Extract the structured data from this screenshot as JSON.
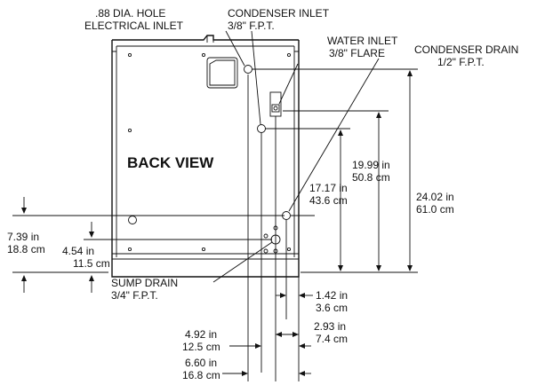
{
  "view_label": "BACK VIEW",
  "callouts": {
    "electrical_inlet": {
      "line1": ".88 DIA. HOLE",
      "line2": "ELECTRICAL INLET"
    },
    "condenser_inlet": {
      "line1": "CONDENSER INLET",
      "line2": "3/8\" F.P.T."
    },
    "water_inlet": {
      "line1": "WATER INLET",
      "line2": "3/8\" FLARE"
    },
    "condenser_drain": {
      "line1": "CONDENSER DRAIN",
      "line2": "1/2\" F.P.T."
    },
    "sump_drain": {
      "line1": "SUMP DRAIN",
      "line2": "3/4\" F.P.T."
    }
  },
  "dimensions": {
    "d_19_99": {
      "imperial": "19.99 in",
      "metric": "50.8 cm"
    },
    "d_24_02": {
      "imperial": "24.02 in",
      "metric": "61.0 cm"
    },
    "d_17_17": {
      "imperial": "17.17 in",
      "metric": "43.6 cm"
    },
    "d_7_39": {
      "imperial": "7.39 in",
      "metric": "18.8 cm"
    },
    "d_4_54": {
      "imperial": "4.54 in",
      "metric": "11.5 cm"
    },
    "d_1_42": {
      "imperial": "1.42 in",
      "metric": "3.6 cm"
    },
    "d_2_93": {
      "imperial": "2.93 in",
      "metric": "7.4 cm"
    },
    "d_4_92": {
      "imperial": "4.92 in",
      "metric": "12.5 cm"
    },
    "d_6_60": {
      "imperial": "6.60 in",
      "metric": "16.8 cm"
    }
  }
}
